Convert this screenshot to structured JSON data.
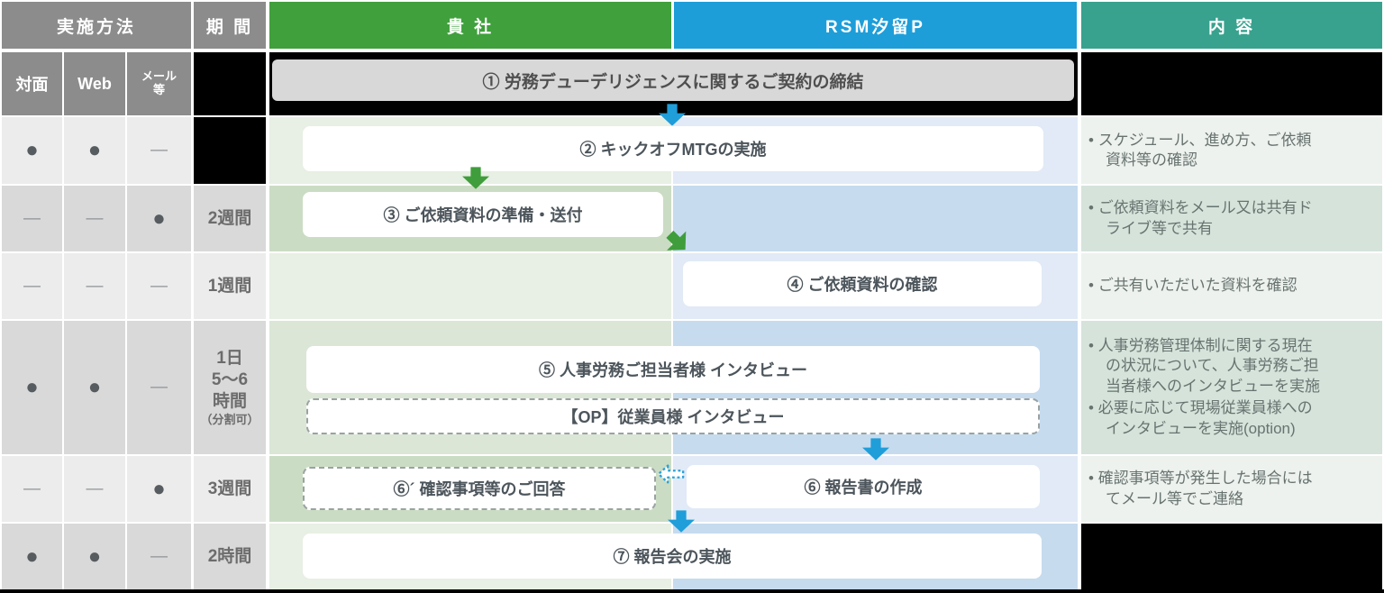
{
  "headers": {
    "method": "実施方法",
    "period": "期 間",
    "company": "貴 社",
    "rsm": "RSM汐留P",
    "content": "内 容"
  },
  "method_cols": {
    "taimen": "対面",
    "web": "Web",
    "mail": "メール\n等"
  },
  "steps": {
    "s1": "① 労務デューデリジェンスに関するご契約の締結",
    "s2": "② キックオフMTGの実施",
    "s3": "③ ご依頼資料の準備・送付",
    "s4": "④ ご依頼資料の確認",
    "s5": "⑤ 人事労務ご担当者様 インタビュー",
    "s5_op": "【OP】従業員様 インタビュー",
    "s6_dash": "⑥´ 確認事項等のご回答",
    "s6": "⑥ 報告書の作成",
    "s7": "⑦ 報告会の実施"
  },
  "rows": [
    {
      "taimen": "●",
      "web": "●",
      "mail": "—",
      "period": "",
      "bullets": [
        "スケジュール、進め方、ご依頼\n資料等の確認"
      ]
    },
    {
      "taimen": "—",
      "web": "—",
      "mail": "●",
      "period": "2週間",
      "bullets": [
        "ご依頼資料をメール又は共有ド\nライブ等で共有"
      ]
    },
    {
      "taimen": "—",
      "web": "—",
      "mail": "—",
      "period": "1週間",
      "bullets": [
        "ご共有いただいた資料を確認"
      ]
    },
    {
      "taimen": "●",
      "web": "●",
      "mail": "—",
      "period": "1日\n5〜6\n時間",
      "period_note": "（分割可）",
      "bullets": [
        "人事労務管理体制に関する現在\nの状況について、人事労務ご担\n当者様へのインタビューを実施",
        "必要に応じて現場従業員様への\nインタビューを実施(option)"
      ]
    },
    {
      "taimen": "—",
      "web": "—",
      "mail": "●",
      "period": "3週間",
      "bullets": [
        "確認事項等が発生した場合には\nてメール等でご連絡"
      ]
    },
    {
      "taimen": "●",
      "web": "●",
      "mail": "—",
      "period": "2時間",
      "bullets": []
    }
  ],
  "colors": {
    "company_green": "#3fa03c",
    "rsm_blue": "#1d9ed9",
    "content_teal": "#38a28e",
    "header_gray": "#8c8c8c",
    "arrow_green": "#3f9e3b",
    "arrow_blue": "#1f9ed9"
  }
}
